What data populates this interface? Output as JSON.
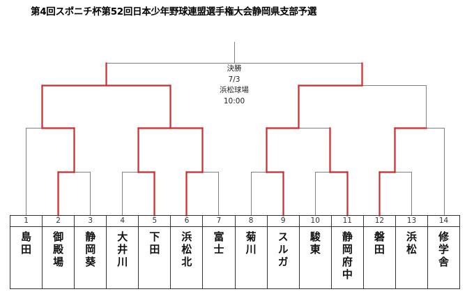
{
  "title": "第4回スポニチ杯第52回日本少年野球連盟選手権大会静岡県支部予選",
  "final": {
    "label": "決勝",
    "date": "7/3",
    "venue": "浜松球場",
    "time": "10:00"
  },
  "colors": {
    "win": "#d22a2a",
    "line": "#808080"
  },
  "teams": [
    {
      "no": "1",
      "name": "島田"
    },
    {
      "no": "2",
      "name": "御殿場"
    },
    {
      "no": "3",
      "name": "静岡葵"
    },
    {
      "no": "4",
      "name": "大井川"
    },
    {
      "no": "5",
      "name": "下田"
    },
    {
      "no": "6",
      "name": "浜松北"
    },
    {
      "no": "7",
      "name": "富士"
    },
    {
      "no": "8",
      "name": "菊川"
    },
    {
      "no": "9",
      "name": "スルガ"
    },
    {
      "no": "10",
      "name": "駿東"
    },
    {
      "no": "11",
      "name": "静岡府中"
    },
    {
      "no": "12",
      "name": "磐田"
    },
    {
      "no": "13",
      "name": "浜松"
    },
    {
      "no": "14",
      "name": "修学舎"
    }
  ]
}
